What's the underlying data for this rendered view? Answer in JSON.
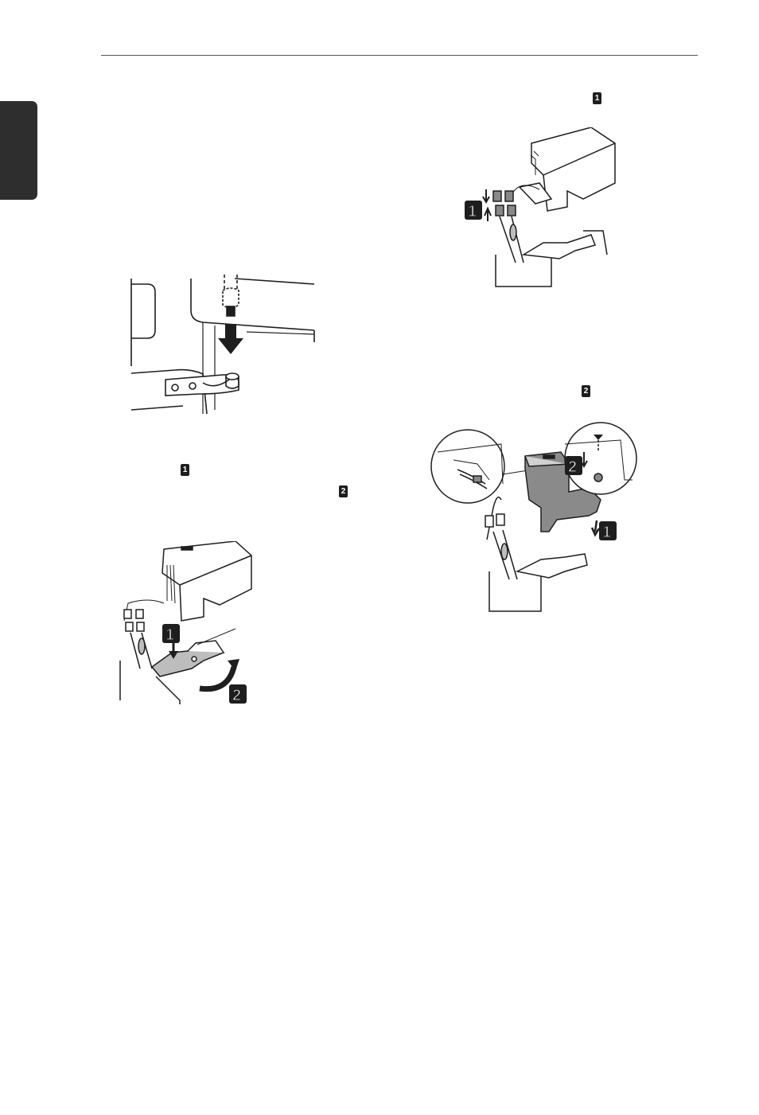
{
  "colors": {
    "ink": "#1e1e1e",
    "tab": "#2e2e2e",
    "paper": "#ffffff",
    "shade": "#bdbdbd"
  },
  "step_badges": {
    "right_top": "1",
    "left_mid_1": "1",
    "left_mid_2": "2",
    "right_mid": "2"
  },
  "figure_callouts": {
    "fig_hinge_cover_left": [
      "1",
      "2"
    ],
    "fig_connectors": [
      "1"
    ],
    "fig_cover_install": [
      "2",
      "1"
    ]
  }
}
